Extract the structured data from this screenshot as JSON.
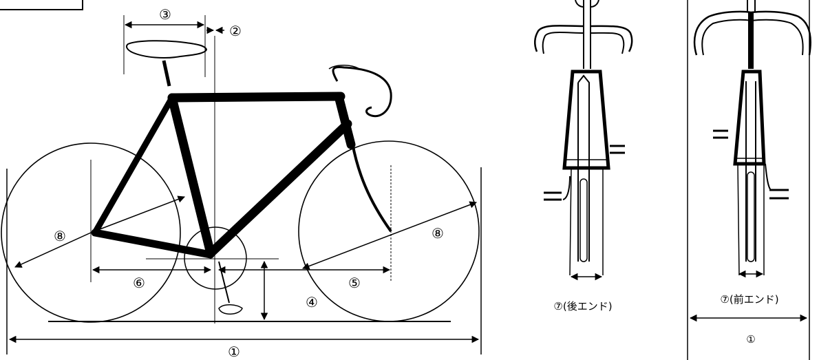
{
  "labels": {
    "overall_length": "①",
    "saddle_setback": "②",
    "saddle_length": "③",
    "bb_height": "④",
    "front_center": "⑤",
    "chainstay": "⑥",
    "wheel_radius": "⑧"
  },
  "fork_views": {
    "rear_end_label": "⑦(後エンド)",
    "front_end_label": "⑦(前エンド)",
    "width_label": "①"
  }
}
